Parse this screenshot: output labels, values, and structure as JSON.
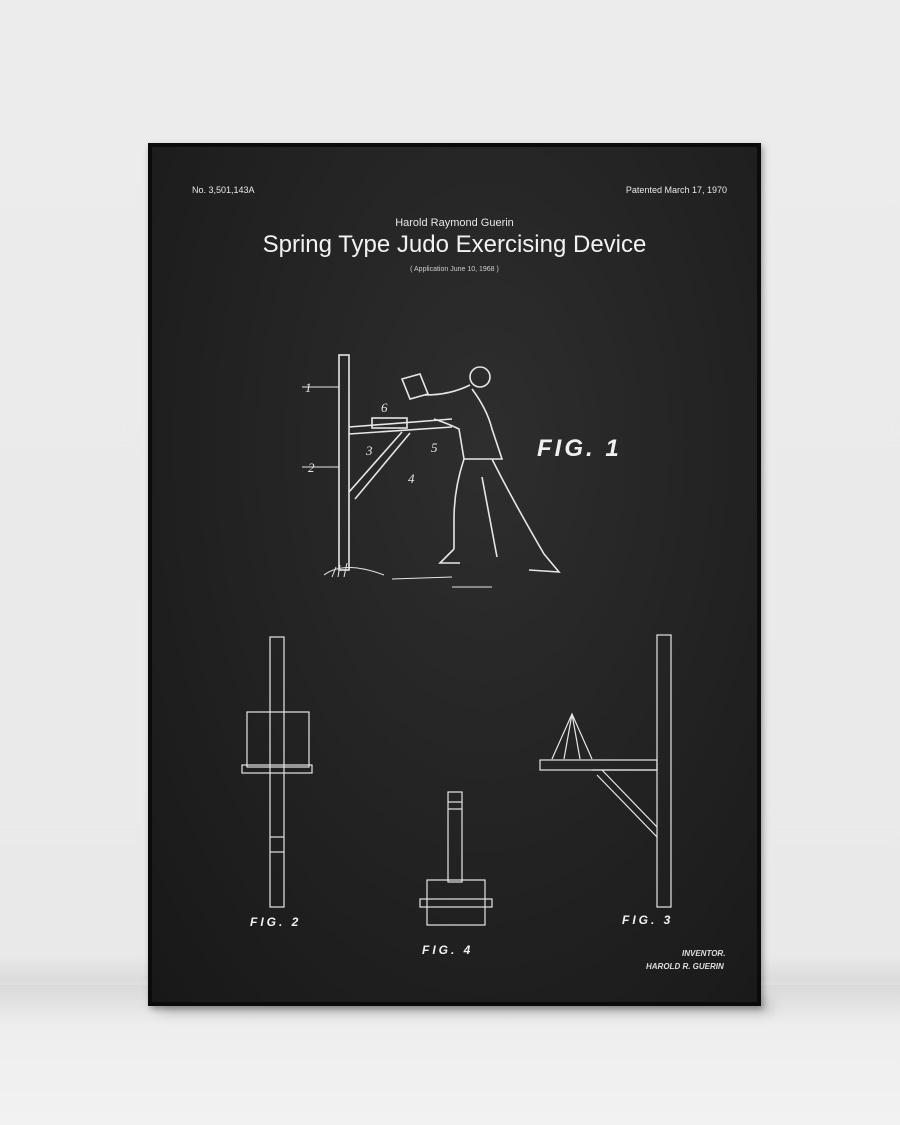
{
  "poster": {
    "patent_number": "No. 3,501,143A",
    "patent_date": "Patented March 17, 1970",
    "inventor_name": "Harold Raymond Guerin",
    "title": "Spring Type Judo Exercising Device",
    "application": "( Application June 10, 1968 )",
    "figures": {
      "fig1": "FIG. 1",
      "fig2": "FIG. 2",
      "fig3": "FIG. 3",
      "fig4": "FIG. 4"
    },
    "part_numbers": [
      "1",
      "2",
      "3",
      "4",
      "5",
      "6"
    ],
    "inventor_label": "INVENTOR.",
    "inventor_signature": "HAROLD R. GUERIN"
  }
}
